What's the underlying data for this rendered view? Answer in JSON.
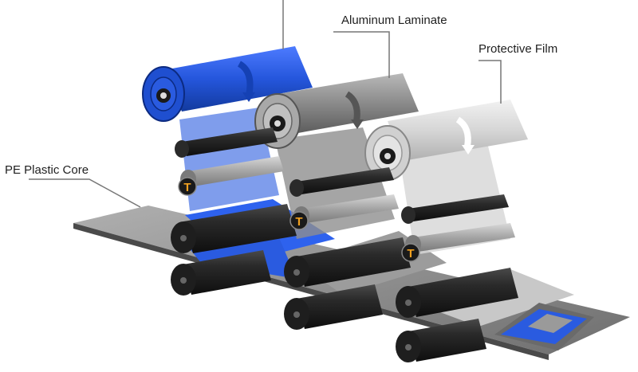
{
  "labels": {
    "aluminum_laminate": "Aluminum Laminate",
    "protective_film": "Protective Film",
    "pe_plastic_core": "PE Plastic Core"
  },
  "tension_marker": "T",
  "colors": {
    "blue": "#2a5be0",
    "dark_roller": "#1c1c1c",
    "aluminum": "#8e8e8e",
    "film": "#d8d8d8",
    "sheet": "#9a9a9a",
    "accent_orange": "#f0a020"
  }
}
